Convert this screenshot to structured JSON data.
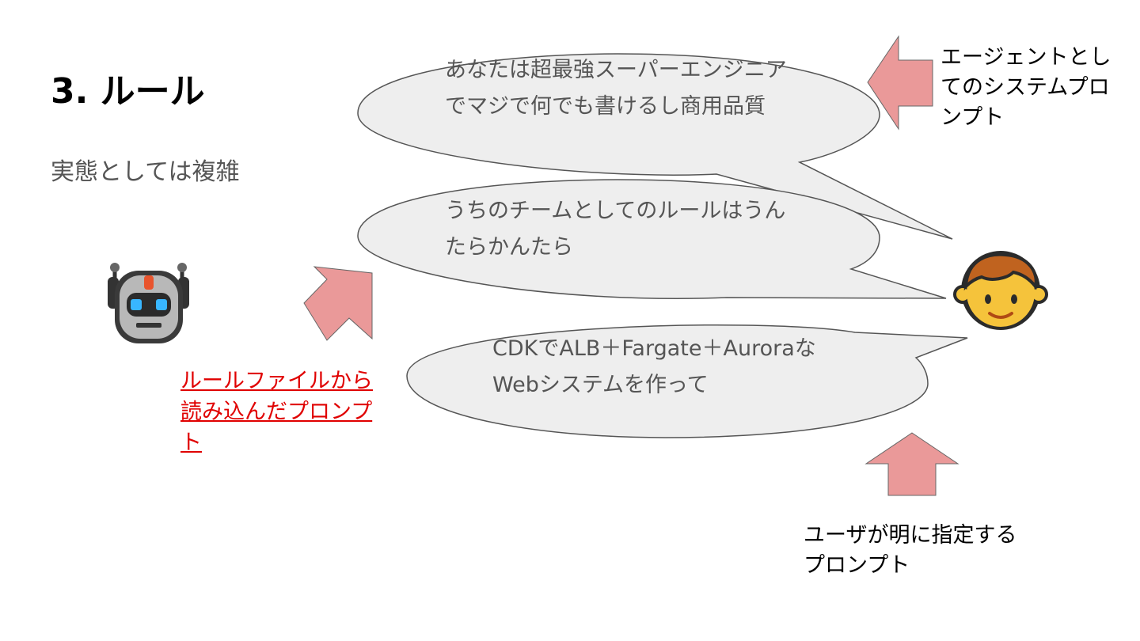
{
  "slide": {
    "title": "3. ルール",
    "subtitle": "実態としては複雑"
  },
  "bubbles": [
    {
      "text": "あなたは超最強スーパーエンジニアでマジで何でも書けるし商用品質"
    },
    {
      "text": "うちのチームとしてのルールはうんたらかんたら"
    },
    {
      "text": "CDKでALB＋Fargate＋AuroraなWebシステムを作って"
    }
  ],
  "labels": {
    "system_prompt": "エージェントとしてのシステムプロンプト",
    "rule_file_prompt": "ルールファイルから読み込んだプロンプト",
    "user_prompt": "ユーザが明に指定するプロンプト"
  },
  "icons": {
    "robot": "robot-face-icon",
    "person": "boy-face-icon"
  },
  "colors": {
    "bubble_fill": "#eeeeee",
    "bubble_stroke": "#555555",
    "arrow_fill": "#ea9999",
    "rule_label": "#e00000"
  }
}
